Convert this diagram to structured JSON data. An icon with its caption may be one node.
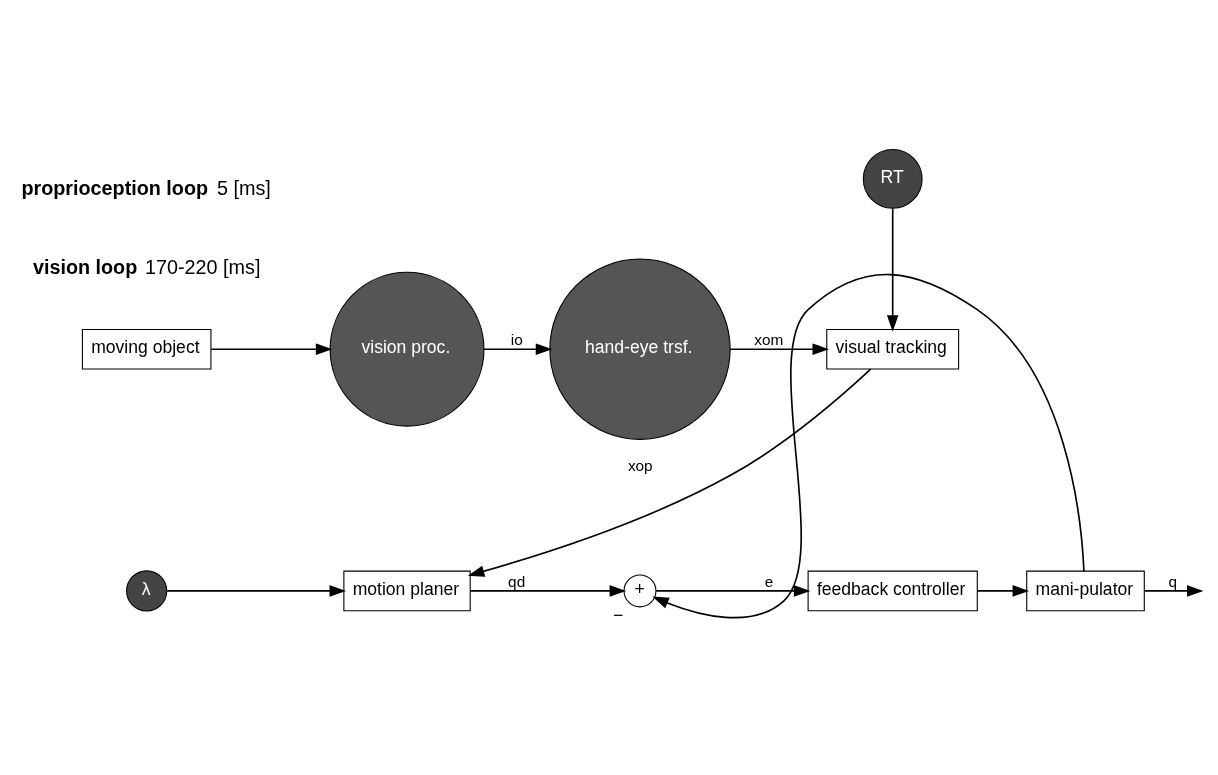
{
  "diagram": {
    "nodes": [
      {
        "text": [
          "moving object"
        ]
      },
      {
        "text": [
          "vision proc."
        ]
      },
      {
        "text": [
          "hand-eye trsf."
        ]
      },
      {
        "text": [
          "RT"
        ]
      },
      {
        "text": [
          "visual tracking"
        ]
      },
      {
        "text": [
          "motion planer"
        ]
      },
      {
        "text": [
          "+"
        ],
        "beside": [
          "−"
        ]
      },
      {
        "text": [
          "feedback controller"
        ]
      },
      {
        "text": [
          "mani-pulator"
        ]
      },
      {
        "text": [
          "λ"
        ]
      }
    ],
    "edges": [
      {
        "from": 0,
        "to": 1,
        "arrow": "to"
      },
      {
        "from": 1,
        "to": 2,
        "arrow": "to",
        "label": "io"
      },
      {
        "from": 2,
        "to": 4,
        "arrow": "to",
        "label": "xom"
      },
      {
        "from": 3,
        "to": 4,
        "arrow": "to"
      },
      {
        "from": 4,
        "to": 5,
        "arrow": "to",
        "label": "xop"
      },
      {
        "from": 5,
        "to": 6,
        "arrow": "to",
        "label": "qd"
      },
      {
        "from": 6,
        "to": 7,
        "arrow": "to",
        "label": "e"
      },
      {
        "from": 7,
        "to": 8,
        "arrow": "to"
      },
      {
        "from": 8,
        "to": null,
        "arrow": "to",
        "label": "q"
      },
      {
        "from": 8,
        "to": 6,
        "arrow": "to"
      },
      {
        "from": 9,
        "to": 5,
        "arrow": "to"
      }
    ],
    "labels": [
      "**vision loop** 170-220 [ms]",
      "**proprioception loop** 5 [ms]"
    ]
  }
}
